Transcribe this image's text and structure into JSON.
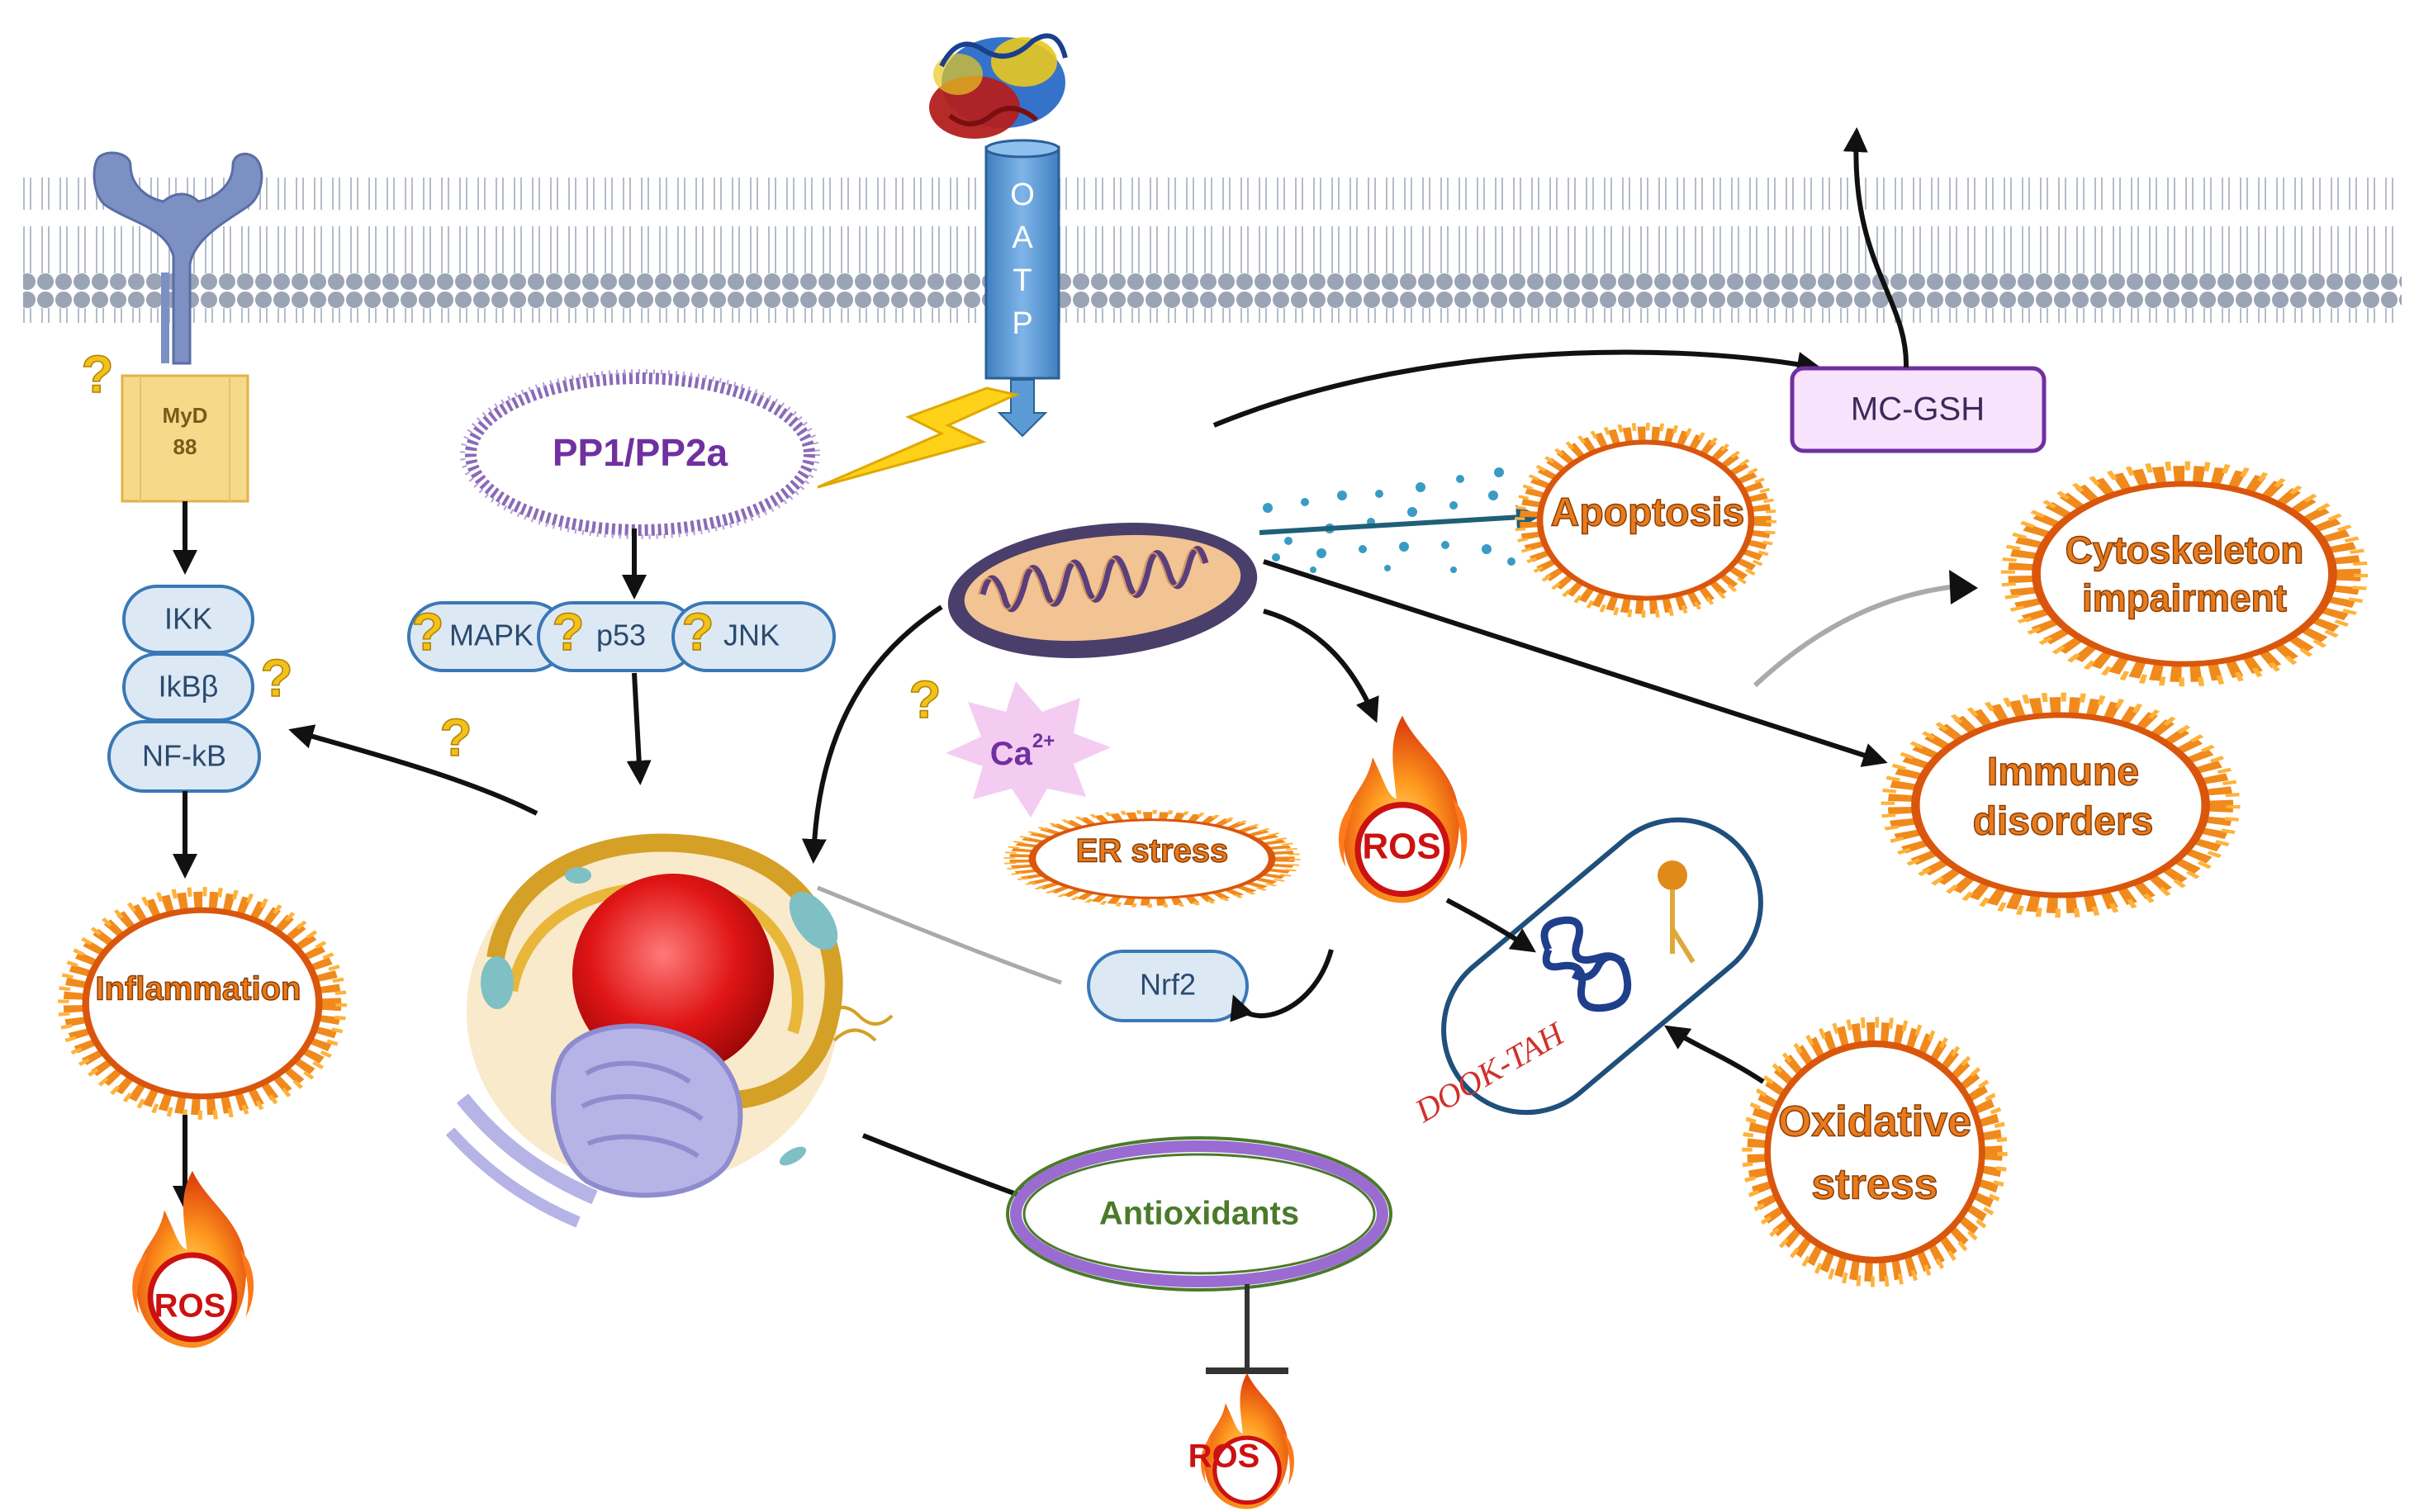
{
  "membrane_transporter": {
    "label": "OATP",
    "letters": [
      "O",
      "A",
      "T",
      "P"
    ]
  },
  "receptor_adaptor": {
    "label_line1": "MyD",
    "label_line2": "88"
  },
  "nfkb_pathway": {
    "ikk": "IKK",
    "ikbb": "IkBβ",
    "nfkb": "NF-kB"
  },
  "phosphatase": {
    "label": "PP1/PP2a"
  },
  "kinases": {
    "mapk": "MAPK",
    "p53": "p53",
    "jnk": "JNK"
  },
  "mc_gsh": {
    "label": "MC-GSH"
  },
  "calcium": {
    "label": "Ca",
    "superscript": "2+"
  },
  "nrf2": {
    "label": "Nrf2"
  },
  "antioxidants": {
    "label": "Antioxidants"
  },
  "effects": {
    "inflammation": "Inflammation",
    "apoptosis": "Apoptosis",
    "er_stress": "ER stress",
    "cytoskeleton_line1": "Cytoskeleton",
    "cytoskeleton_line2": "impairment",
    "immune_line1": "Immune",
    "immune_line2": "disorders",
    "oxidative_line1": "Oxidative",
    "oxidative_line2": "stress"
  },
  "ros": {
    "left": "ROS",
    "center": "ROS",
    "bottom": "ROS"
  },
  "question_mark": "?",
  "dna_scribble": "DOOK-TAH",
  "colors": {
    "membrane": "#9aa4b5",
    "pill_fill": "#dce9f5",
    "pill_stroke": "#3a78b5",
    "oatp": "#5b9bd5",
    "myd88": "#f7d98a",
    "pp_label": "#7030a0",
    "mcgsh_stroke": "#7030a0",
    "fire_orange": "#f08a1c",
    "ros_red": "#cc1111",
    "question": "#f2c11a"
  },
  "icons": [
    "receptor-icon",
    "protein-structure-icon",
    "lightning-icon",
    "mitochondrion-icon",
    "nucleus-cell-icon",
    "bacterium-icon",
    "flame-icon",
    "question-icon"
  ]
}
